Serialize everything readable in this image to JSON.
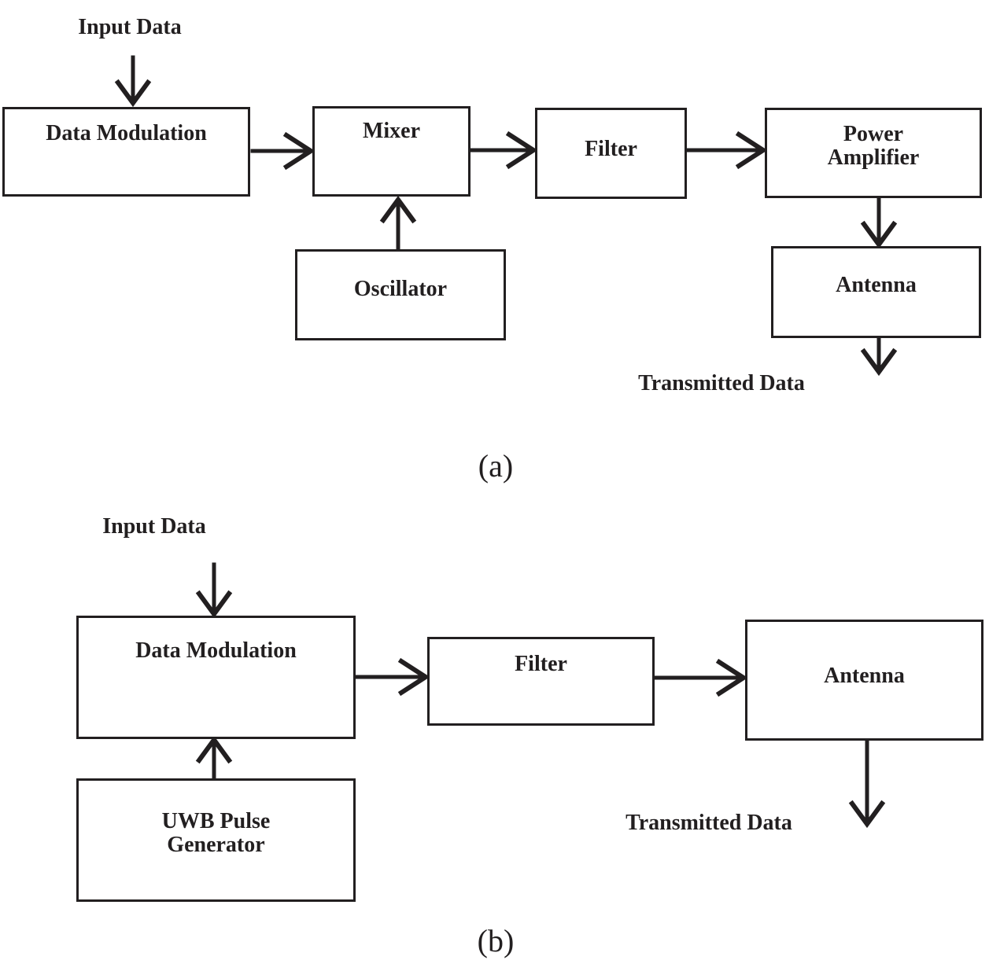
{
  "figure": {
    "colors": {
      "ink": "#221f20",
      "background": "#ffffff"
    },
    "panel_a": {
      "caption": "(a)",
      "input_label": "Input Data",
      "output_label": "Transmitted Data",
      "blocks": {
        "data_modulation": "Data Modulation",
        "mixer": "Mixer",
        "oscillator": "Oscillator",
        "filter": "Filter",
        "power_amplifier": {
          "lines": [
            "Power",
            "Amplifier"
          ]
        },
        "antenna": "Antenna"
      }
    },
    "panel_b": {
      "caption": "(b)",
      "input_label": "Input Data",
      "output_label": "Transmitted Data",
      "blocks": {
        "data_modulation": "Data Modulation",
        "uwb_pulse_generator": {
          "lines": [
            "UWB Pulse",
            "Generator"
          ]
        },
        "filter": "Filter",
        "antenna": "Antenna"
      }
    }
  }
}
